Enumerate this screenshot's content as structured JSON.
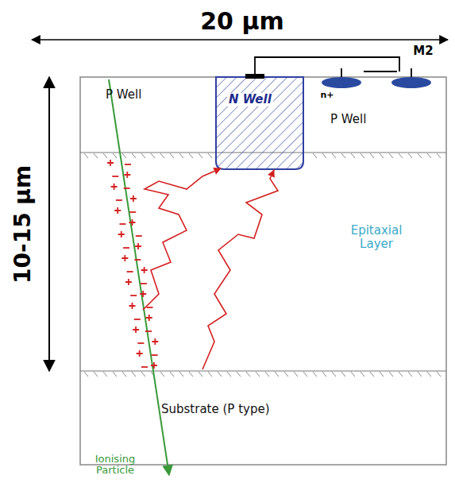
{
  "diagram": {
    "nodes": [
      {
        "text": [
          "P Well"
        ]
      },
      {
        "text": [
          "N Well"
        ]
      },
      {
        "text": [
          "P Well"
        ]
      },
      {
        "text": [
          "Epitaxial Layer"
        ]
      },
      {
        "text": [
          "Substrate (P type)"
        ]
      }
    ],
    "labels": [
      "20 µm",
      "10-15 µm",
      "M2",
      "n+",
      "Ionising Particle"
    ]
  }
}
